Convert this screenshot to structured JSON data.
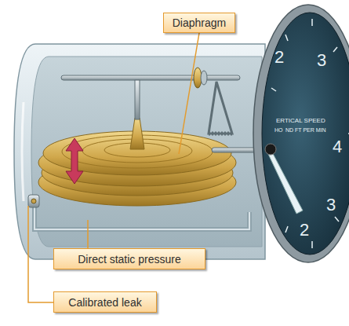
{
  "diagram": {
    "nodes": [
      {
        "text": [
          "Diaphragm"
        ]
      },
      {
        "text": [
          "Direct static pressure"
        ]
      },
      {
        "text": [
          "Calibrated leak"
        ]
      }
    ],
    "labels": [
      "2",
      "3",
      "4",
      "3",
      "2",
      "ERTICAL SPEED",
      "HO",
      "ND FT PER MIN"
    ]
  }
}
